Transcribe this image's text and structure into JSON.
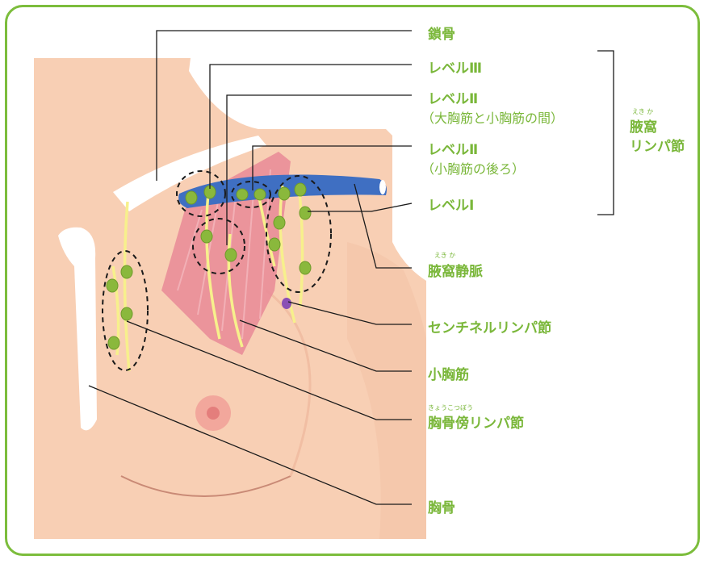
{
  "labels": {
    "clavicle": "鎖骨",
    "level3": "レベルⅢ",
    "level2a": "レベルⅡ",
    "level2a_sub": "（大胸筋と小胸筋の間）",
    "level2b": "レベルⅡ",
    "level2b_sub": "（小胸筋の後ろ）",
    "level1": "レベルⅠ",
    "group_ruby": "えき か",
    "group_line1": "腋窩",
    "group_line2": "リンパ節",
    "axillary_vein_ruby": "えき か",
    "axillary_vein": "腋窩静脈",
    "sentinel": "センチネルリンパ節",
    "pec_minor": "小胸筋",
    "parasternal_ruby": "きょうこつぼう",
    "parasternal": "胸骨傍リンパ節",
    "sternum": "胸骨"
  },
  "colors": {
    "accent": "#7ab73a",
    "skin": "#f8cfb4",
    "vein": "#3f6fc2",
    "muscle": "#e98d98",
    "node": "#8ab83c",
    "lymph_vessel": "#f7f08c",
    "sentinel_node": "#8a4fb5"
  }
}
